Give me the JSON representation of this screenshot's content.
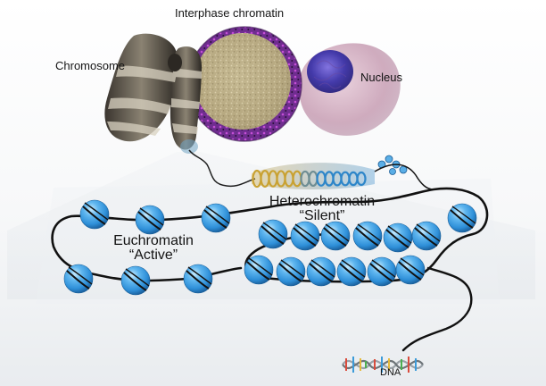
{
  "labels": {
    "interphase_chromatin": "Interphase chromatin",
    "chromosome": "Chromosome",
    "nucleus": "Nucleus",
    "heterochromatin_title": "Heterochromatin",
    "heterochromatin_subtitle": "“Silent”",
    "euchromatin_title": "Euchromatin",
    "euchromatin_subtitle": "“Active”",
    "dna": "DNA"
  },
  "colors": {
    "nucleosome": "#2e9be3",
    "nucleosome_light": "#8fd0f7",
    "nucleosome_dark": "#1463a3",
    "dna_strand": "#101010",
    "chromatin_ring": "#8a3ea8",
    "chromatin_fill": "#b7a983",
    "nucleus_body": "#c9a7b9",
    "nucleus_core": "#4a3fb0",
    "chromosome_dark": "#2b2723",
    "chromosome_light": "#8f8777",
    "fiber_gold": "#c9a233",
    "fiber_blue": "#2e86c9"
  },
  "icons": {
    "chromosome": "chromosome-icon",
    "interphase": "interphase-chromatin-icon",
    "nucleus": "nucleus-icon",
    "fiber": "chromatin-fiber-icon",
    "dna": "dna-helix-icon"
  }
}
